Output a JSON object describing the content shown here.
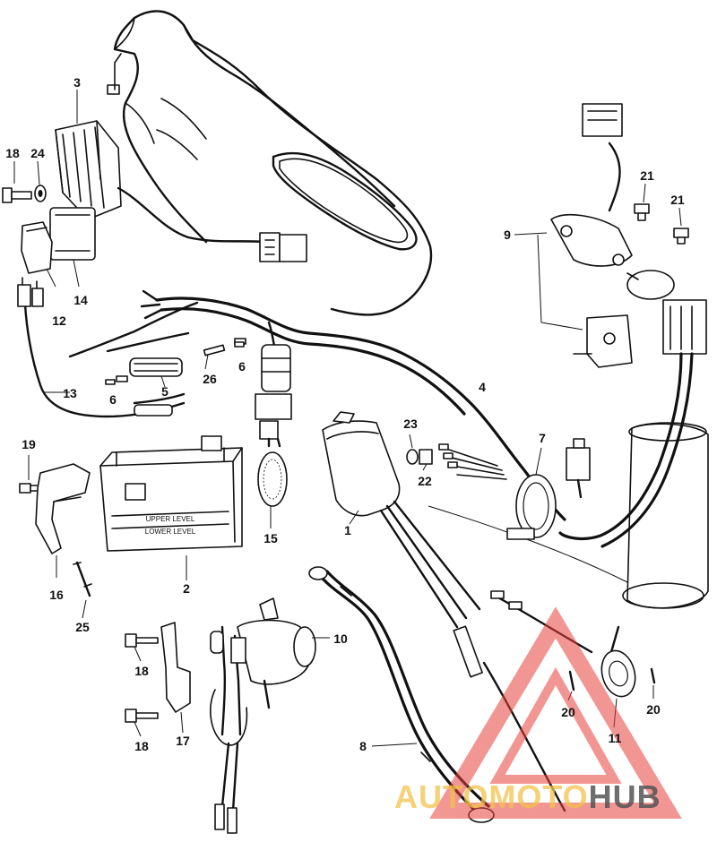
{
  "labels": {
    "l1": "1",
    "l2": "2",
    "l3": "3",
    "l4": "4",
    "l5": "5",
    "l6a": "6",
    "l6b": "6",
    "l7": "7",
    "l8": "8",
    "l9": "9",
    "l10": "10",
    "l11": "11",
    "l12": "12",
    "l13": "13",
    "l14": "14",
    "l15": "15",
    "l16": "16",
    "l17": "17",
    "l18a": "18",
    "l18b": "18",
    "l18c": "18",
    "l19": "19",
    "l20a": "20",
    "l20b": "20",
    "l21a": "21",
    "l21b": "21",
    "l22": "22",
    "l23": "23",
    "l24": "24",
    "l25": "25",
    "l26": "26"
  },
  "battery": {
    "line1": "UPPER LEVEL",
    "line2": "LOWER LEVEL"
  },
  "watermark": {
    "text_part1": "AUTOMOTO",
    "text_part2": "HUB",
    "triangle_color": "#e8423c",
    "text_color_1": "#f2c24a",
    "text_color_2": "#555555"
  }
}
